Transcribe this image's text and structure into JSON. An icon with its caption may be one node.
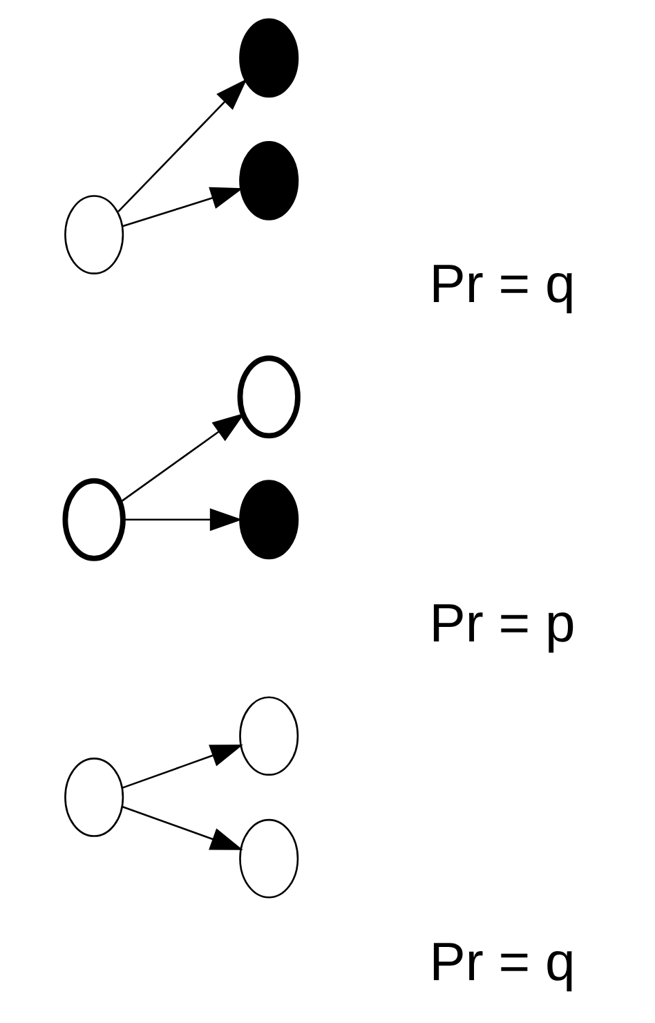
{
  "diagram": {
    "nodes": [
      {
        "text": [],
        "shape": "ellipse"
      },
      {
        "text": [],
        "shape": "ellipse"
      },
      {
        "text": [],
        "shape": "ellipse"
      },
      {
        "text": [],
        "shape": "ellipse"
      },
      {
        "text": [],
        "shape": "ellipse"
      },
      {
        "text": [],
        "shape": "ellipse"
      },
      {
        "text": [],
        "shape": "ellipse"
      },
      {
        "text": [],
        "shape": "ellipse"
      },
      {
        "text": [],
        "shape": "ellipse"
      }
    ],
    "edges": [
      {
        "from": 0,
        "to": 1,
        "arrow": "to"
      },
      {
        "from": 0,
        "to": 2,
        "arrow": "to"
      },
      {
        "from": 3,
        "to": 4,
        "arrow": "to"
      },
      {
        "from": 3,
        "to": 5,
        "arrow": "to"
      },
      {
        "from": 6,
        "to": 7,
        "arrow": "to"
      },
      {
        "from": 6,
        "to": 8,
        "arrow": "to"
      }
    ],
    "labels": [
      "Pr = q",
      "Pr = p",
      "Pr = q"
    ]
  }
}
